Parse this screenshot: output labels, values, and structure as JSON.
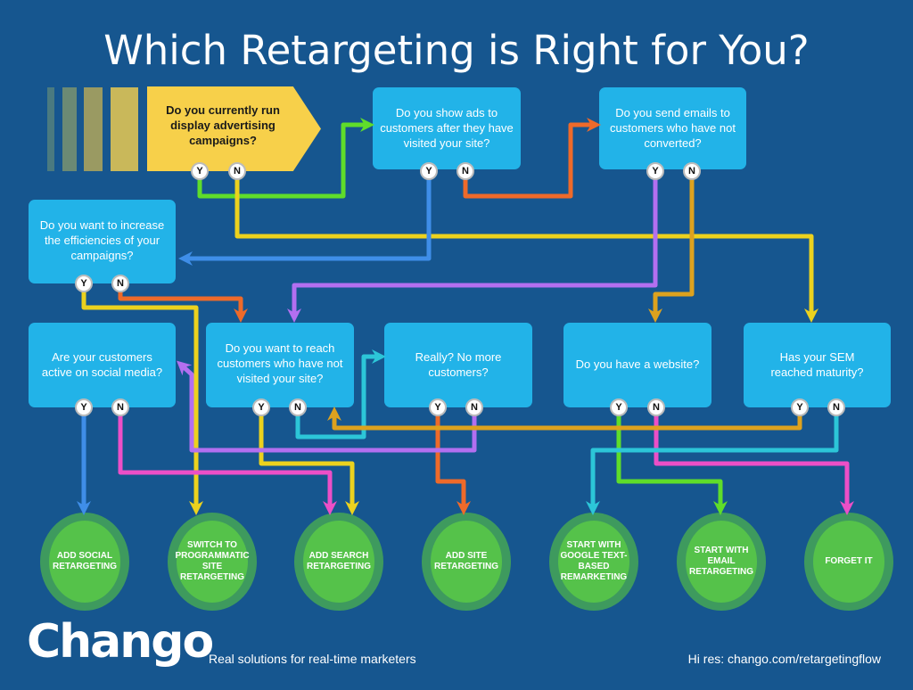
{
  "title": "Which Retargeting is Right for You?",
  "questions": {
    "q1": "Do you currently run display advertising campaigns?",
    "q2": "Do you show ads to customers after they have visited your site?",
    "q3": "Do you send emails to customers who have not converted?",
    "q4": "Do you want to increase the efficiencies of your campaigns?",
    "q5": "Are your customers active on social media?",
    "q6": "Do you want to reach customers who have not visited your site?",
    "q7": "Really? No more customers?",
    "q8": "Do you have a website?",
    "q9": "Has your SEM reached maturity?"
  },
  "yes": "Y",
  "no": "N",
  "outcomes": [
    "ADD SOCIAL RETARGETING",
    "SWITCH TO PROGRAMMATIC SITE RETARGETING",
    "ADD SEARCH RETARGETING",
    "ADD SITE RETARGETING",
    "START WITH GOOGLE TEXT-BASED REMARKETING",
    "START WITH EMAIL RETARGETING",
    "FORGET IT"
  ],
  "footer": {
    "logo": "Chango",
    "tagline": "Real solutions for real-time marketers",
    "hires": "Hi res: chango.com/retargetingflow"
  },
  "colors": {
    "background": "#16568f",
    "question": "#22b3e8",
    "start": "#f7d04a",
    "outcome": "#55c24a"
  }
}
